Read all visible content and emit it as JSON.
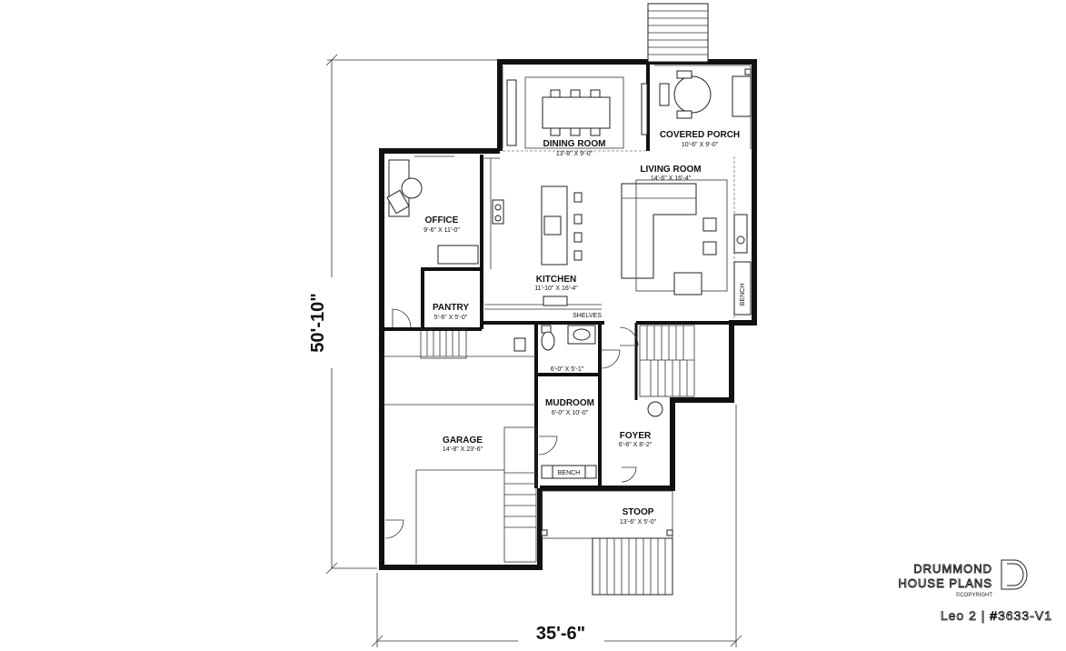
{
  "plan": {
    "rooms": {
      "dining_room": {
        "name": "DINING ROOM",
        "size": "13'-8\" X 9'-0\""
      },
      "covered_porch": {
        "name": "COVERED PORCH",
        "size": "10'-6\" X 9'-0\""
      },
      "living_room": {
        "name": "LIVING ROOM",
        "size": "14'-6\" X 16'-4\""
      },
      "office": {
        "name": "OFFICE",
        "size": "9'-6\" X 11'-0\""
      },
      "kitchen": {
        "name": "KITCHEN",
        "size": "11'-10\" X 16'-4\""
      },
      "pantry": {
        "name": "PANTRY",
        "size": "5'-6\" X 5'-0\""
      },
      "powder": {
        "size": "6'-0\" X 5'-1\""
      },
      "mudroom": {
        "name": "MUDROOM",
        "size": "6'-0\" X 10'-0\""
      },
      "foyer": {
        "name": "FOYER",
        "size": "6'-6\" X 8'-2\""
      },
      "garage": {
        "name": "GARAGE",
        "size": "14'-8\" X 23'-6\""
      },
      "stoop": {
        "name": "STOOP",
        "size": "13'-6\" X 5'-0\""
      }
    },
    "labels": {
      "shelves": "SHELVES",
      "bench_living": "BENCH",
      "bench_mudroom": "BENCH"
    },
    "dimensions": {
      "depth": "50'-10\"",
      "width": "35'-6\""
    }
  },
  "branding": {
    "line1": "DRUMMOND",
    "line2": "HOUSE PLANS",
    "copyright": "©COPYRIGHT",
    "plan_name": "Leo 2 | #3633-V1"
  }
}
